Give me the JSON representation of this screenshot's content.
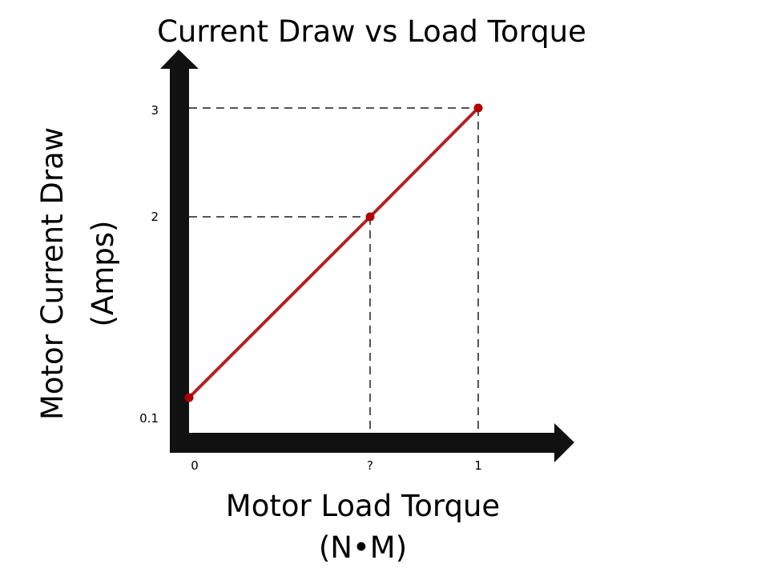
{
  "chart_data": {
    "type": "line",
    "title": "Current Draw vs Load Torque",
    "xlabel": [
      "Motor Load Torque",
      "(N•M)"
    ],
    "ylabel": [
      "Motor Current Draw",
      "(Amps)"
    ],
    "x_ticks": [
      "0",
      "?",
      "1"
    ],
    "y_ticks": [
      "0.1",
      "2",
      "3"
    ],
    "points": [
      {
        "x": "0",
        "y": 0.1
      },
      {
        "x": "?",
        "y": 2
      },
      {
        "x": "1",
        "y": 3
      }
    ],
    "grid": false,
    "line_color": "#b22222",
    "point_color": "#b00000",
    "axis_color": "#111111"
  }
}
